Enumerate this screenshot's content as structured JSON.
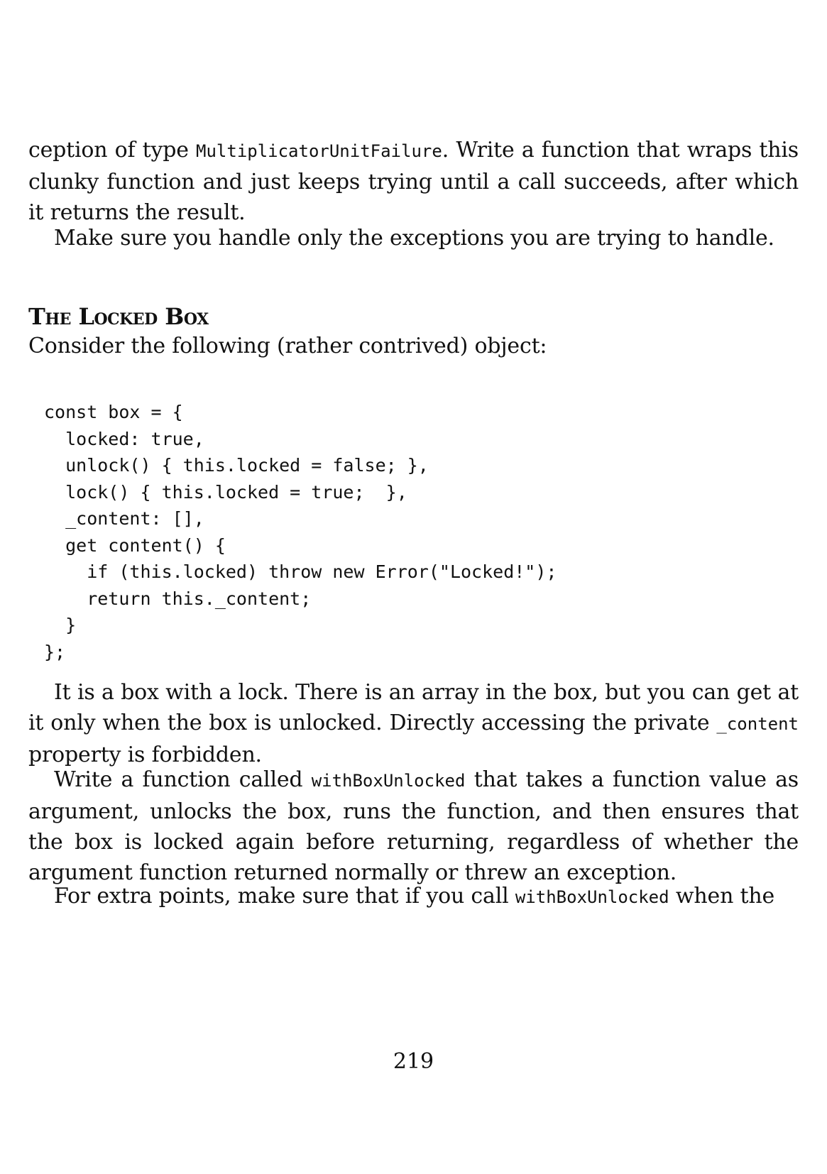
{
  "paragraphs": {
    "p1": {
      "t1": "ception of type ",
      "c1": "MultiplicatorUnitFailure",
      "t2": ". Write a function that wraps this clunky function and just keeps trying until a call succeeds, after which it returns the result."
    },
    "p2": "Make sure you handle only the exceptions you are trying to handle.",
    "p3": "Consider the following (rather contrived) object:",
    "p4": {
      "t1": "It is a box with a lock. There is an array in the box, but you can get at it only when the box is unlocked. Directly accessing the private ",
      "c1": "_content",
      "t2": " property is forbidden."
    },
    "p5": {
      "t1": "Write a function called ",
      "c1": "withBoxUnlocked",
      "t2": " that takes a function value as argument, unlocks the box, runs the function, and then ensures that the box is locked again before returning, regardless of whether the argument function returned normally or threw an exception."
    },
    "p6": {
      "t1": "For extra points, make sure that if you call ",
      "c1": "withBoxUnlocked",
      "t2": " when the"
    }
  },
  "heading": "The Locked Box",
  "code": "const box = {\n  locked: true,\n  unlock() { this.locked = false; },\n  lock() { this.locked = true;  },\n  _content: [],\n  get content() {\n    if (this.locked) throw new Error(\"Locked!\");\n    return this._content;\n  }\n};",
  "page_number": "219"
}
